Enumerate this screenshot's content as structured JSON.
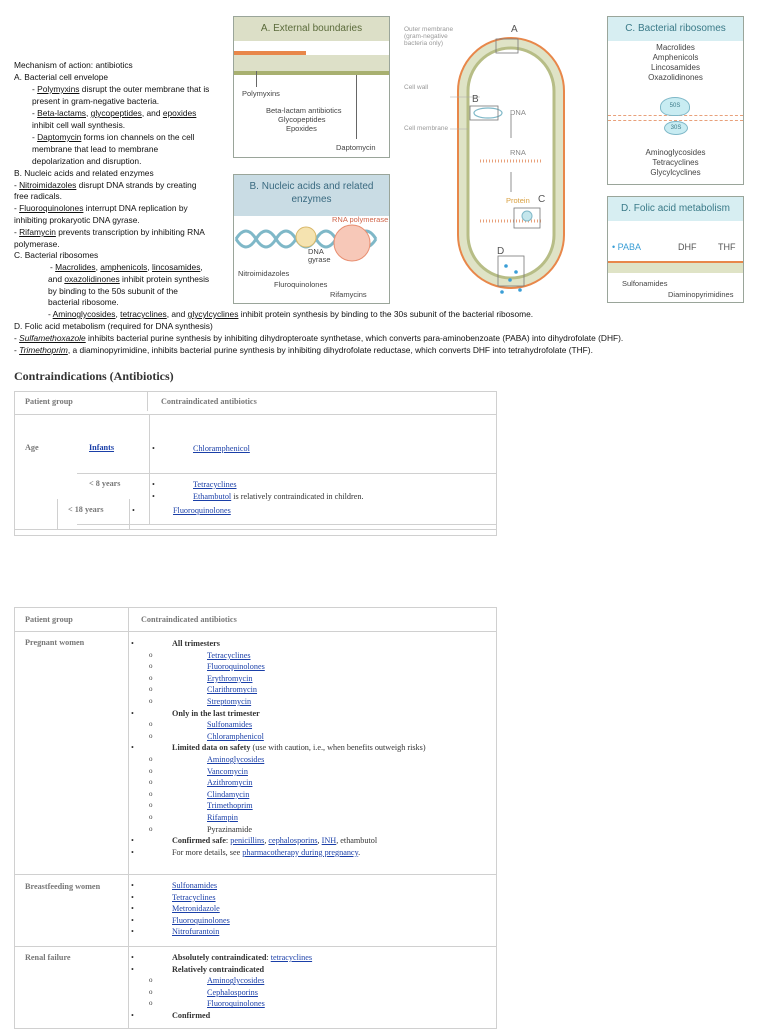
{
  "moa": {
    "title": "Mechanism of action: antibiotics",
    "a_head": "A.    Bacterial cell envelope",
    "a1_drug": "Polymyxins",
    "a1_rest": " disrupt the outer membrane that is",
    "a1_l2": "present in gram-negative bacteria.",
    "a2_pre": "- ",
    "a2_d1": "Beta-lactams",
    "a2_sep1": ", ",
    "a2_d2": "glycopeptides",
    "a2_sep2": ", and ",
    "a2_d3": "epoxides",
    "a2_l2": "inhibit cell wall synthesis.",
    "a3_pre": "- ",
    "a3_drug": "Daptomycin",
    "a3_rest": " forms ion channels on the cell",
    "a3_l2": "membrane that lead to membrane",
    "a3_l3": "depolarization and disruption.",
    "b_head": "B. Nucleic acids and related enzymes",
    "b1_drug": "Nitroimidazoles",
    "b1_rest": " disrupt DNA strands by creating",
    "b1_l2": "free radicals.",
    "b2_drug": "Fluoroquinolones",
    "b2_rest": " interrupt DNA replication by",
    "b2_l2": "inhibiting prokaryotic DNA gyrase.",
    "b3_drug": "Rifamycin",
    "b3_rest": " prevents transcription by inhibiting RNA",
    "b3_l2": "polymerase.",
    "c_head": "C. Bacterial ribosomes",
    "c1_pre": "- ",
    "c1_d1": "Macrolides",
    "c1_sep1": ", ",
    "c1_d2": "amphenicols",
    "c1_sep2": ", ",
    "c1_d3": "lincosamides",
    "c1_sep3": ",",
    "c1_l2_pre": "and ",
    "c1_d4": "oxazolidinones",
    "c1_l2_rest": " inhibit protein synthesis",
    "c1_l3": "by binding to the 50s subunit of the",
    "c1_l4": "bacterial ribosome.",
    "c2_pre": "- ",
    "c2_d1": "Aminoglycosides",
    "c2_sep1": ", ",
    "c2_d2": "tetracyclines",
    "c2_sep2": ", and ",
    "c2_d3": "glycylcyclines",
    "c2_rest": " inhibit protein synthesis by binding to the 30s subunit of the bacterial ribosome.",
    "d_head": "D. Folic acid metabolism (required for DNA synthesis)",
    "d1_drug": "Sulfamethoxazole",
    "d1_rest": " inhibits bacterial purine synthesis by inhibiting dihydropteroate synthetase, which converts para-aminobenzoate (PABA) into dihydrofolate (DHF).",
    "d2_drug": "Trimethoprim",
    "d2_rest": ", a diaminopyrimidine, inhibits bacterial purine synthesis by inhibiting dihydrofolate reductase, which converts DHF into tetrahydrofolate (THF).",
    "dash": "- "
  },
  "figure": {
    "panel_a": {
      "title": "A. External boundaries",
      "polymyxins": "Polymyxins",
      "betalactam": "Beta-lactam antibiotics",
      "glyco": "Glycopeptides",
      "epox": "Epoxides",
      "dapto": "Daptomycin"
    },
    "panel_b": {
      "title_l1": "B. Nucleic acids and related",
      "title_l2": "enzymes",
      "rnapol": "RNA polymerase",
      "dna": "DNA",
      "gyrase": "gyrase",
      "nitro": "Nitroimidazoles",
      "fluoro": "Fluroquinolones",
      "rifa": "Rifamycins"
    },
    "panel_c": {
      "title": "C. Bacterial ribosomes",
      "m1": "Macrolides",
      "m2": "Amphenicols",
      "m3": "Lincosamides",
      "m4": "Oxazolidinones",
      "s50": "50S",
      "s30": "30S",
      "n1": "Aminoglycosides",
      "n2": "Tetracyclines",
      "n3": "Glycylcyclines"
    },
    "panel_d": {
      "title": "D. Folic acid metabolism",
      "paba": "PABA",
      "dhf": "DHF",
      "thf": "THF",
      "sulfa": "Sulfonamides",
      "diamino": "Diaminopyrimidines"
    },
    "cell": {
      "outer_l1": "Outer membrane",
      "outer_l2": "(gram-negative",
      "outer_l3": "bacteria only)",
      "cellwall": "Cell wall",
      "cellmem": "Cell membrane",
      "lA": "A",
      "lB": "B",
      "lC": "C",
      "lD": "D",
      "dna": "DNA",
      "rna": "RNA",
      "protein": "Protein"
    }
  },
  "contra": {
    "title": "Contraindications (Antibiotics)",
    "hdr_group": "Patient group",
    "hdr_contra": "Contraindicated antibiotics",
    "age": "Age",
    "infants": "Infants",
    "chloram": "Chloramphenicol",
    "lt8": "< 8 years",
    "tetra": "Tetracyclines",
    "etham": "Ethambutol",
    "etham_rest": " is relatively contraindicated in children.",
    "lt18": "< 18 years",
    "fluoro": "Fluoroquinolones"
  },
  "table2": {
    "hdr_group": "Patient group",
    "hdr_contra": "Contraindicated antibiotics",
    "pregnant": "Pregnant women",
    "all_tri": "All trimesters",
    "all_items": [
      "Tetracyclines",
      "Fluoroquinolones",
      "Erythromycin",
      "Clarithromycin",
      "Streptomycin"
    ],
    "last_tri": "Only in the last trimester",
    "last_items": [
      "Sulfonamides",
      "Chloramphenicol"
    ],
    "limited": "Limited data on safety",
    "limited_rest": " (use with caution, i.e., when benefits outweigh risks)",
    "limited_items": [
      "Aminoglycosides",
      "Vancomycin",
      "Azithromycin",
      "Clindamycin",
      "Trimethoprim",
      "Rifampin"
    ],
    "pyrazin": "Pyrazinamide",
    "safe": "Confirmed safe",
    "safe_colon": ": ",
    "safe_l1": "penicillins",
    "safe_c1": ", ",
    "safe_l2": "cephalosporins",
    "safe_c2": ", ",
    "safe_l3": "INH",
    "safe_c3": ", ethambutol",
    "more": "For more details, see ",
    "more_link": "pharmacotherapy during pregnancy",
    "more_end": ".",
    "breast": "Breastfeeding women",
    "breast_items": [
      "Sulfonamides",
      "Tetracyclines",
      "Metronidazole",
      "Fluoroquinolones",
      "Nitrofurantoin"
    ],
    "renal": "Renal failure",
    "abs": "Absolutely contraindicated",
    "abs_colon": ": ",
    "abs_link": "tetracyclines",
    "rel": "Relatively contraindicated",
    "rel_items": [
      "Aminoglycosides",
      "Cephalosporins",
      "Fluoroquinolones"
    ],
    "conf": "Confirmed"
  }
}
